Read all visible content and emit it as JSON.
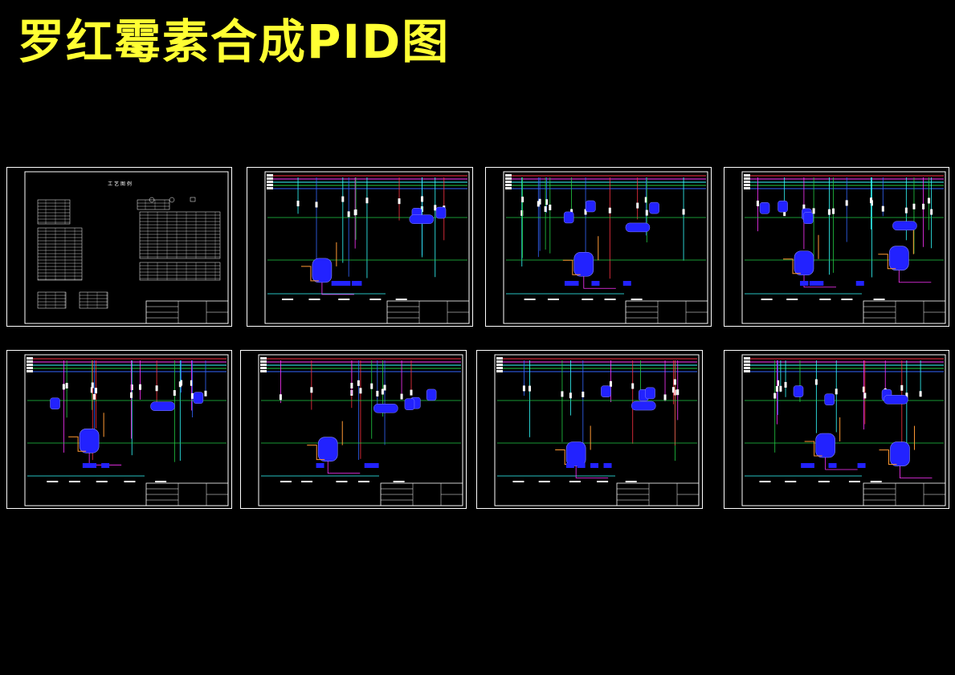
{
  "page": {
    "title": "罗红霉素合成PID图"
  },
  "colors": {
    "background": "#000000",
    "title": "#ffff33",
    "frame": "#ffffff",
    "equipment": "#2222ff",
    "pipe_green": "#22cc44",
    "pipe_red": "#ff3344",
    "pipe_magenta": "#ff33ff",
    "pipe_cyan": "#33ffff",
    "pipe_orange": "#ff9933",
    "pipe_yellow": "#ffff55"
  },
  "sheets": [
    {
      "kind": "legend",
      "legend_title": "工 艺 图 例"
    },
    {
      "kind": "pid"
    },
    {
      "kind": "pid"
    },
    {
      "kind": "pid"
    },
    {
      "kind": "pid"
    },
    {
      "kind": "pid"
    },
    {
      "kind": "pid"
    },
    {
      "kind": "pid"
    }
  ]
}
